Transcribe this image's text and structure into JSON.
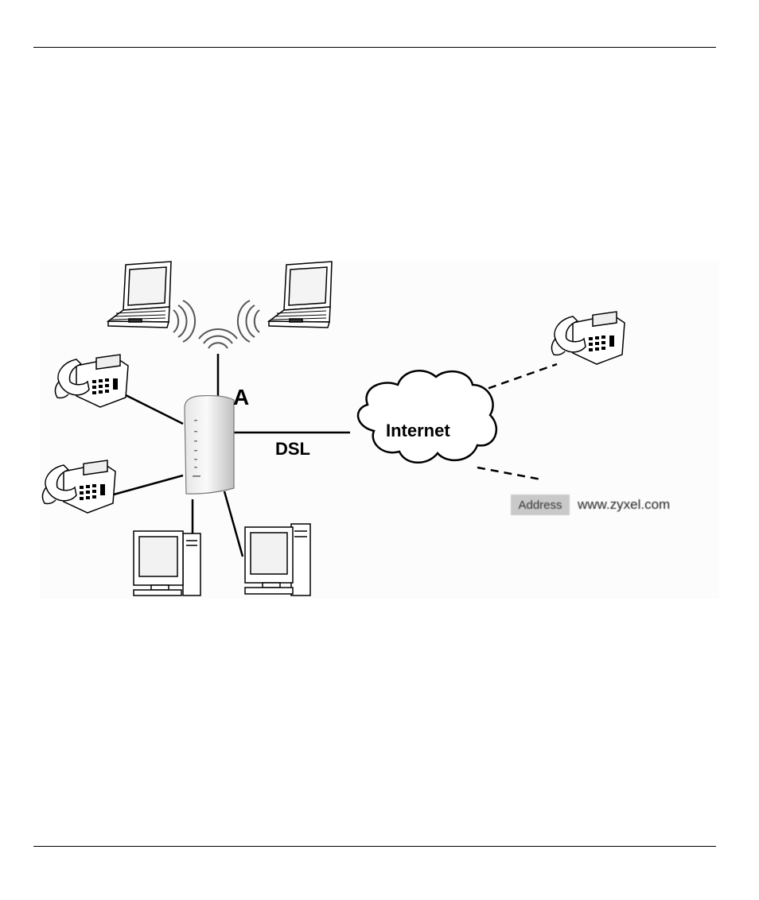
{
  "diagram": {
    "router_label": "A",
    "dsl_label": "DSL",
    "cloud_label": "Internet",
    "address_bar": {
      "label": "Address",
      "value": "www.zyxel.com"
    }
  }
}
